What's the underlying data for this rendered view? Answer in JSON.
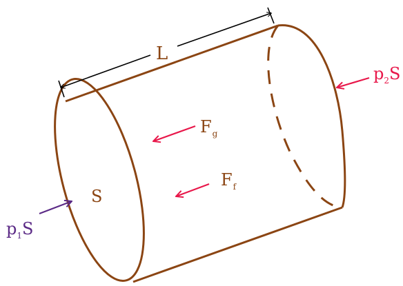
{
  "labels": {
    "length": {
      "text": "L"
    },
    "area": {
      "text": "S"
    },
    "force_gravity": {
      "base": "F",
      "sub": "g"
    },
    "force_friction": {
      "base": "F",
      "sub": "f"
    },
    "force_left": {
      "p": "p",
      "sub": "1",
      "S": "S"
    },
    "force_right": {
      "p": "p",
      "sub": "2",
      "S": "S"
    }
  },
  "colors": {
    "cylinder": "#8B4513",
    "label_brown": "#8B4513",
    "force_red": "#E8174A",
    "force_purple": "#5B2A86",
    "dimension_line": "#000000"
  }
}
